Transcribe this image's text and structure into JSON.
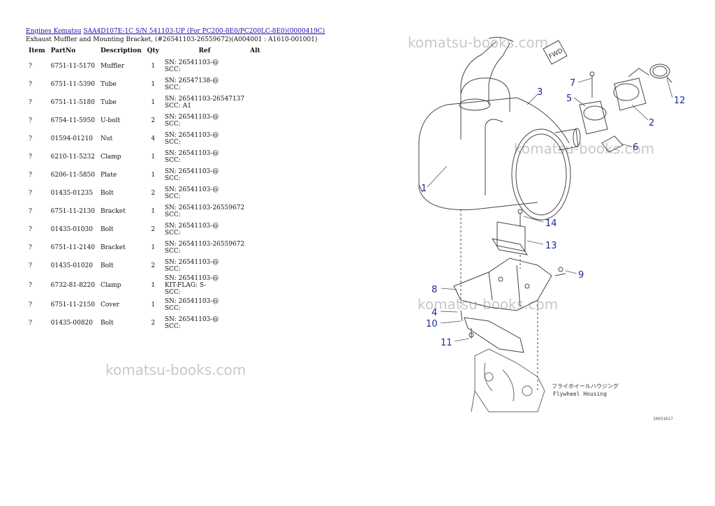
{
  "breadcrumb": {
    "engines": "Engines Komatsu",
    "model": "SAA4D107E-1C S/N 541103-UP (For PC200-8E0/PC200LC-8E0)(0000419C)"
  },
  "subtitle": "Exhaust Muffler and Mounting Bracket, (#26541103-26559672)(A004001 : A1610-001001)",
  "table": {
    "headers": [
      "Item",
      "PartNo",
      "Description",
      "Qty",
      "Ref",
      "Alt"
    ],
    "rows": [
      {
        "item": "?",
        "partno": "6751-11-5170",
        "desc": "Muffler",
        "qty": "1",
        "ref1": "SN: 26541103-@",
        "ref2": "SCC:"
      },
      {
        "item": "?",
        "partno": "6751-11-5390",
        "desc": "Tube",
        "qty": "1",
        "ref1": "SN: 26547138-@",
        "ref2": "SCC:"
      },
      {
        "item": "?",
        "partno": "6751-11-5180",
        "desc": "Tube",
        "qty": "1",
        "ref1": "SN: 26541103-26547137",
        "ref2": "SCC: A1"
      },
      {
        "item": "?",
        "partno": "6754-11-5950",
        "desc": "U-bolt",
        "qty": "2",
        "ref1": "SN: 26541103-@",
        "ref2": "SCC:"
      },
      {
        "item": "?",
        "partno": "01594-01210",
        "desc": "Nut",
        "qty": "4",
        "ref1": "SN: 26541103-@",
        "ref2": "SCC:"
      },
      {
        "item": "?",
        "partno": "6210-11-5232",
        "desc": "Clamp",
        "qty": "1",
        "ref1": "SN: 26541103-@",
        "ref2": "SCC:"
      },
      {
        "item": "?",
        "partno": "6206-11-5850",
        "desc": "Plate",
        "qty": "1",
        "ref1": "SN: 26541103-@",
        "ref2": "SCC:"
      },
      {
        "item": "?",
        "partno": "01435-01235",
        "desc": "Bolt",
        "qty": "2",
        "ref1": "SN: 26541103-@",
        "ref2": "SCC:"
      },
      {
        "item": "?",
        "partno": "6751-11-2130",
        "desc": "Bracket",
        "qty": "1",
        "ref1": "SN: 26541103-26559672",
        "ref2": "SCC:"
      },
      {
        "item": "?",
        "partno": "01435-01030",
        "desc": "Bolt",
        "qty": "2",
        "ref1": "SN: 26541103-@",
        "ref2": "SCC:"
      },
      {
        "item": "?",
        "partno": "6751-11-2140",
        "desc": "Bracket",
        "qty": "1",
        "ref1": "SN: 26541103-26559672",
        "ref2": "SCC:"
      },
      {
        "item": "?",
        "partno": "01435-01020",
        "desc": "Bolt",
        "qty": "2",
        "ref1": "SN: 26541103-@",
        "ref2": "SCC:"
      },
      {
        "item": "?",
        "partno": "6732-81-8220",
        "desc": "Clamp",
        "qty": "1",
        "ref1": "SN: 26541103-@",
        "ref2": "KIT-FLAG: S-",
        "ref3": "SCC:"
      },
      {
        "item": "?",
        "partno": "6751-11-2150",
        "desc": "Cover",
        "qty": "1",
        "ref1": "SN: 26541103-@",
        "ref2": "SCC:"
      },
      {
        "item": "?",
        "partno": "01435-00820",
        "desc": "Bolt",
        "qty": "2",
        "ref1": "SN: 26541103-@",
        "ref2": "SCC:"
      }
    ]
  },
  "watermark": "komatsu-books.com",
  "diagram": {
    "callouts": [
      "1",
      "2",
      "3",
      "4",
      "5",
      "6",
      "7",
      "8",
      "9",
      "10",
      "11",
      "12",
      "13",
      "14"
    ],
    "fwd_label": "FWD",
    "flywheel_jp": "フライホイールハウジング",
    "flywheel_en": "Flywheel Housing",
    "drawing_no": "J0031017",
    "callout_color": "#1a2a9a",
    "line_color": "#555555"
  }
}
